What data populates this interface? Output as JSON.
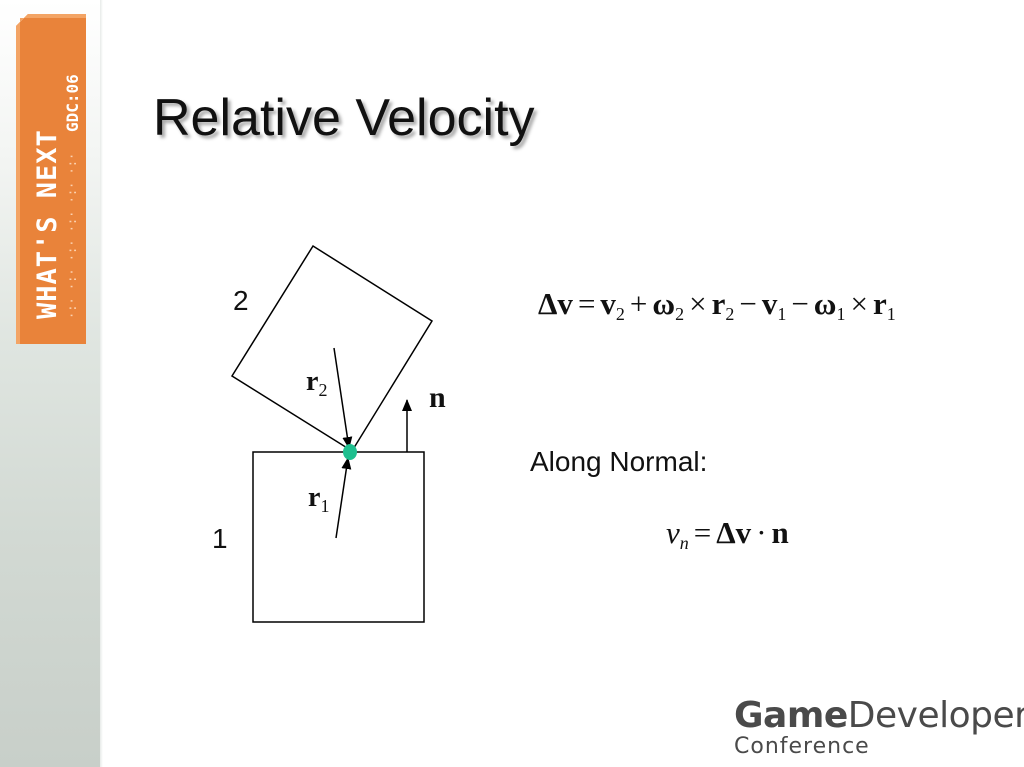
{
  "slide": {
    "title": "Relative Velocity"
  },
  "badge": {
    "main_text": "WHAT'S NEXT",
    "sub_text": "GDC:06"
  },
  "diagram": {
    "body1_label": "1",
    "body2_label": "2",
    "r1_symbol": "r",
    "r1_sub": "1",
    "r2_symbol": "r",
    "r2_sub": "2",
    "normal_label": "n",
    "contact_color": "#1fbf8f"
  },
  "equations": {
    "delta_v": {
      "lhs": "Δv",
      "v2": "v",
      "v2_sub": "2",
      "w2": "ω",
      "w2_sub": "2",
      "r2": "r",
      "r2_sub": "2",
      "v1": "v",
      "v1_sub": "1",
      "w1": "ω",
      "w1_sub": "1",
      "r1": "r",
      "r1_sub": "1",
      "eq": "=",
      "plus": "+",
      "minus": "−",
      "cross": "×"
    },
    "along_normal_label": "Along Normal:",
    "vn": {
      "v": "v",
      "sub": "n",
      "eq": "=",
      "dv": "Δv",
      "dot": "·",
      "n": "n"
    }
  },
  "logo": {
    "game": "Game",
    "developers": "Developers",
    "conference": "Conference"
  }
}
